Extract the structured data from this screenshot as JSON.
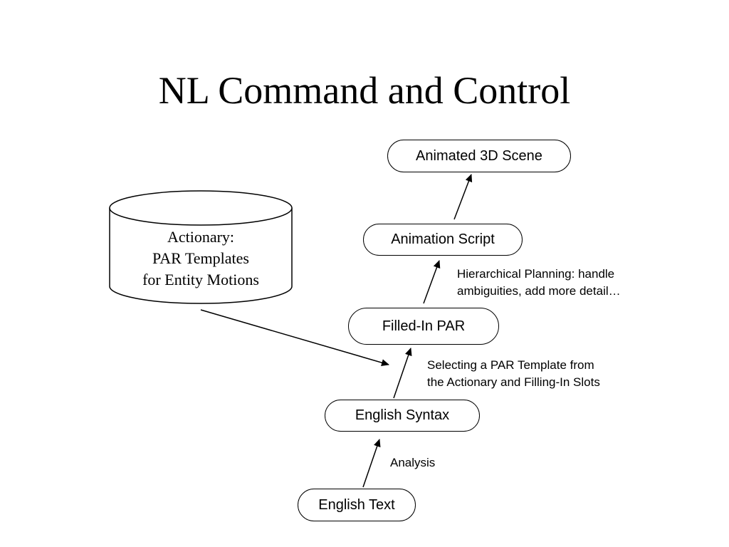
{
  "title": "NL Command and Control",
  "database": {
    "lines": [
      "Actionary:",
      "PAR Templates",
      "for Entity Motions"
    ]
  },
  "nodes": {
    "scene": "Animated 3D Scene",
    "script": "Animation Script",
    "par": "Filled-In PAR",
    "syntax": "English Syntax",
    "text": "English Text"
  },
  "notes": {
    "planning": [
      "Hierarchical Planning:  handle",
      "ambiguities, add more detail…"
    ],
    "selecting": [
      "Selecting a PAR Template from",
      "the Actionary and Filling-In Slots"
    ],
    "analysis": "Analysis"
  }
}
